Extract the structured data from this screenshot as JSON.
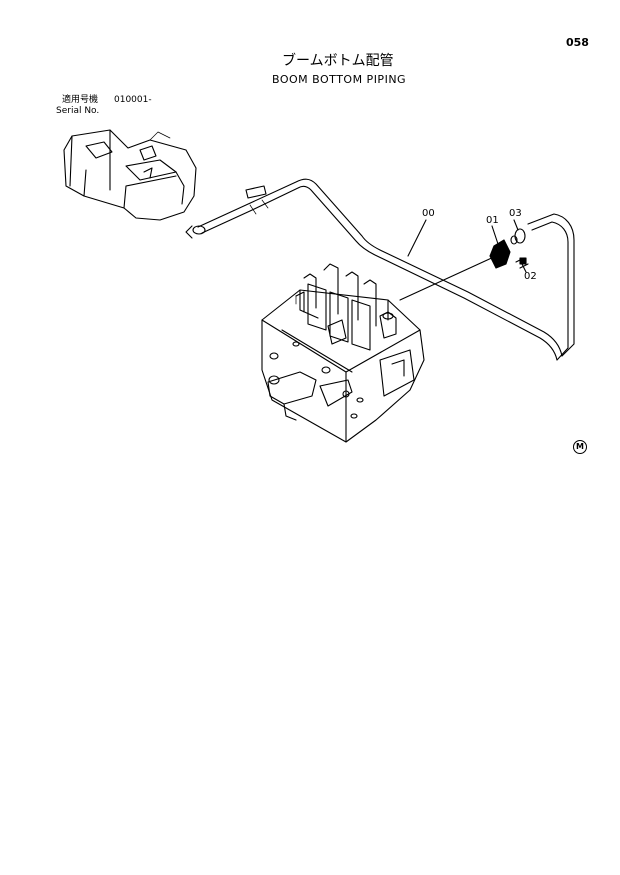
{
  "page": {
    "number": "058",
    "title_jp": "ブームボトム配管",
    "title_en": "BOOM BOTTOM PIPING"
  },
  "serial": {
    "label_jp": "適用号機",
    "label_en": "Serial No.",
    "range": "010001-"
  },
  "callouts": {
    "part_00": "00",
    "part_01": "01",
    "part_02": "02",
    "part_03": "03"
  },
  "marker": "M"
}
